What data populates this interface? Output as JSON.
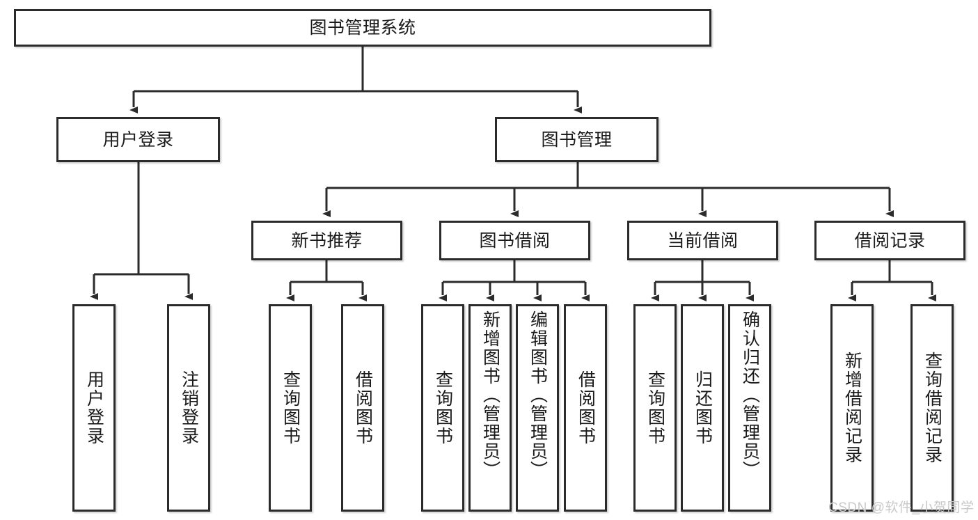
{
  "diagram": {
    "title": "图书管理系统",
    "type": "功能结构图",
    "stroke_color": "#2b2b2b",
    "text_color": "#1a1a1a",
    "background": "#ffffff",
    "watermark": {
      "text": "CSDN @软件_小贺同学",
      "color": "#c9c9c9"
    }
  },
  "nodes": {
    "root": {
      "label": "图书管理系统"
    },
    "level2": [
      {
        "id": "user-login",
        "label": "用户登录"
      },
      {
        "id": "book-management",
        "label": "图书管理"
      }
    ],
    "level3": [
      {
        "id": "new-book-recommend",
        "label": "新书推荐"
      },
      {
        "id": "book-borrow",
        "label": "图书借阅"
      },
      {
        "id": "current-borrow",
        "label": "当前借阅"
      },
      {
        "id": "borrow-record",
        "label": "借阅记录"
      }
    ],
    "leaves": {
      "user_login": [
        {
          "id": "leaf-user-login",
          "label": "用户登录"
        },
        {
          "id": "leaf-logout-login",
          "label": "注销登录"
        }
      ],
      "new_book_recommend": [
        {
          "id": "leaf-query-book-1",
          "label": "查询图书"
        },
        {
          "id": "leaf-borrow-book-1",
          "label": "借阅图书"
        }
      ],
      "book_borrow": [
        {
          "id": "leaf-query-book-2",
          "label": "查询图书"
        },
        {
          "id": "leaf-add-book",
          "label": "新增图书（管理员）"
        },
        {
          "id": "leaf-edit-book",
          "label": "编辑图书（管理员）"
        },
        {
          "id": "leaf-borrow-book-2",
          "label": "借阅图书"
        }
      ],
      "current_borrow": [
        {
          "id": "leaf-query-book-3",
          "label": "查询图书"
        },
        {
          "id": "leaf-return-book",
          "label": "归还图书"
        },
        {
          "id": "leaf-confirm-return",
          "label": "确认归还（管理员）"
        }
      ],
      "borrow_record": [
        {
          "id": "leaf-add-record",
          "label": "新增借阅记录"
        },
        {
          "id": "leaf-query-record",
          "label": "查询借阅记录"
        }
      ]
    }
  }
}
